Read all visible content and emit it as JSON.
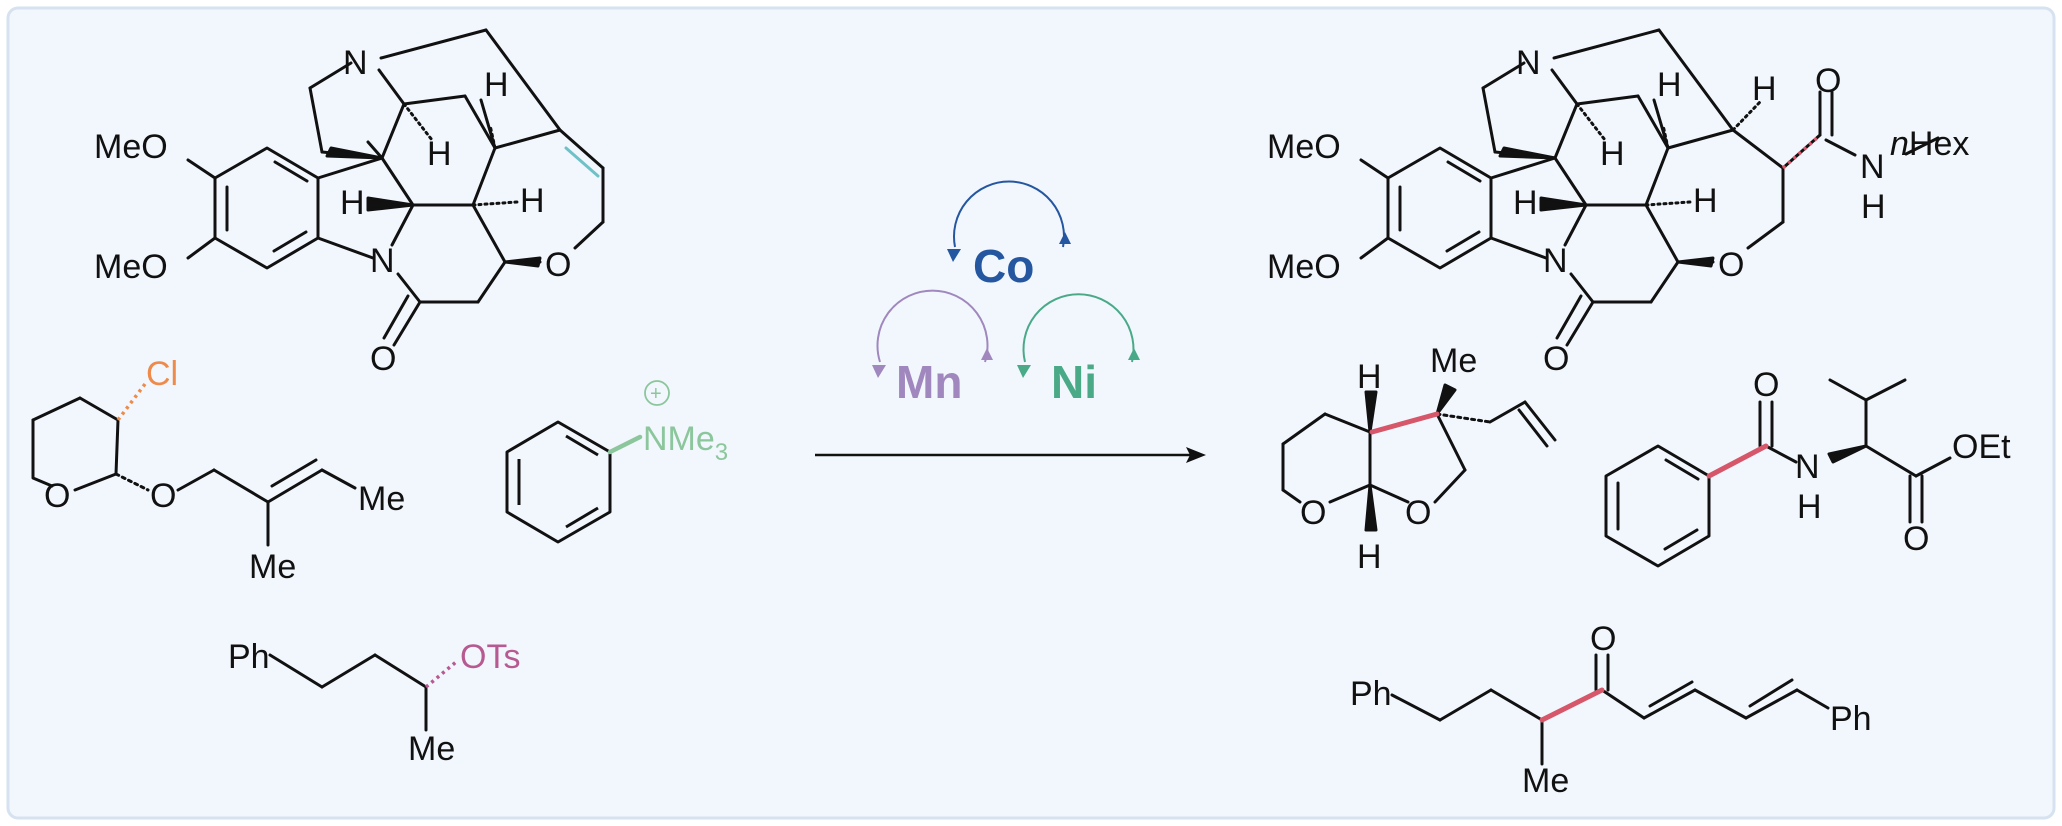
{
  "labels": {
    "meo": "MeO",
    "n": "N",
    "h": "H",
    "o": "O",
    "cl": "Cl",
    "me": "Me",
    "ph": "Ph",
    "ots": "OTs",
    "nme3": "NMe",
    "nme3_sub": "3",
    "plus": "+",
    "nhex_n": "n",
    "nhex": "Hex",
    "oet": "OEt"
  },
  "catalysts": {
    "co": "Co",
    "mn": "Mn",
    "ni": "Ni"
  },
  "colors": {
    "panel_bg": "#f2f7fd",
    "panel_border": "#d6e2f0",
    "bond": "#111111",
    "co": "#2457a0",
    "mn": "#a088be",
    "ni": "#4aaa88",
    "cl": "#ee8b4a",
    "nme3": "#8cc69c",
    "ots": "#b85a92",
    "new_bond": "#d6566a",
    "alkene": "#6fc1c8"
  }
}
